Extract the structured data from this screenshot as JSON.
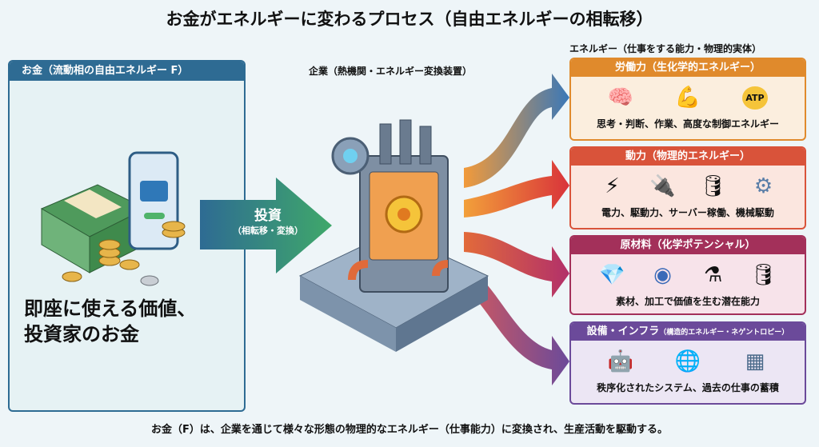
{
  "title": "お金がエネルギーに変わるプロセス（自由エネルギーの相転移）",
  "money": {
    "header": "お金（流動相の自由エネルギー F）",
    "line1": "即座に使える価値、",
    "line2": "投資家のお金"
  },
  "invest": {
    "label": "投資",
    "sub": "（相転移・変換）"
  },
  "company": {
    "label": "企業（熱機関・エネルギー変換装置）"
  },
  "energy": {
    "label": "エネルギー（仕事をする能力・物理的実体）",
    "boxes": [
      {
        "title": "労働力（生化学的エネルギー）",
        "desc": "思考・判断、作業、高度な制御エネルギー",
        "color": "#e08a2c",
        "bg": "#fbeede",
        "icons": [
          "brain-icon",
          "muscle-icon",
          "atp-icon"
        ],
        "atp": "ATP"
      },
      {
        "title": "動力（物理的エネルギー）",
        "desc": "電力、駆動力、サーバー稼働、機械駆動",
        "color": "#d9533a",
        "bg": "#fbe6df",
        "icons": [
          "lightning-icon",
          "plug-icon",
          "oil-barrel-fire-icon",
          "gears-icon"
        ]
      },
      {
        "title": "原材料（化学ポテンシャル）",
        "desc": "素材、加工で価値を生む潜在能力",
        "color": "#a3305a",
        "bg": "#f7e3ea",
        "icons": [
          "crystal-icon",
          "silicon-wafer-icon",
          "flask-icon",
          "oil-barrel-icon"
        ]
      },
      {
        "title": "設備・インフラ",
        "title_sub": "（構造的エネルギー・ネゲントロピー）",
        "desc": "秩序化されたシステム、過去の仕事の蓄積",
        "color": "#6b4a9a",
        "bg": "#ece6f4",
        "icons": [
          "robot-icon",
          "globe-network-icon",
          "server-icon"
        ]
      }
    ]
  },
  "caption": "お金（F）は、企業を通じて様々な形態の物理的なエネルギー（仕事能力）に変換され、生産活動を駆動する。"
}
